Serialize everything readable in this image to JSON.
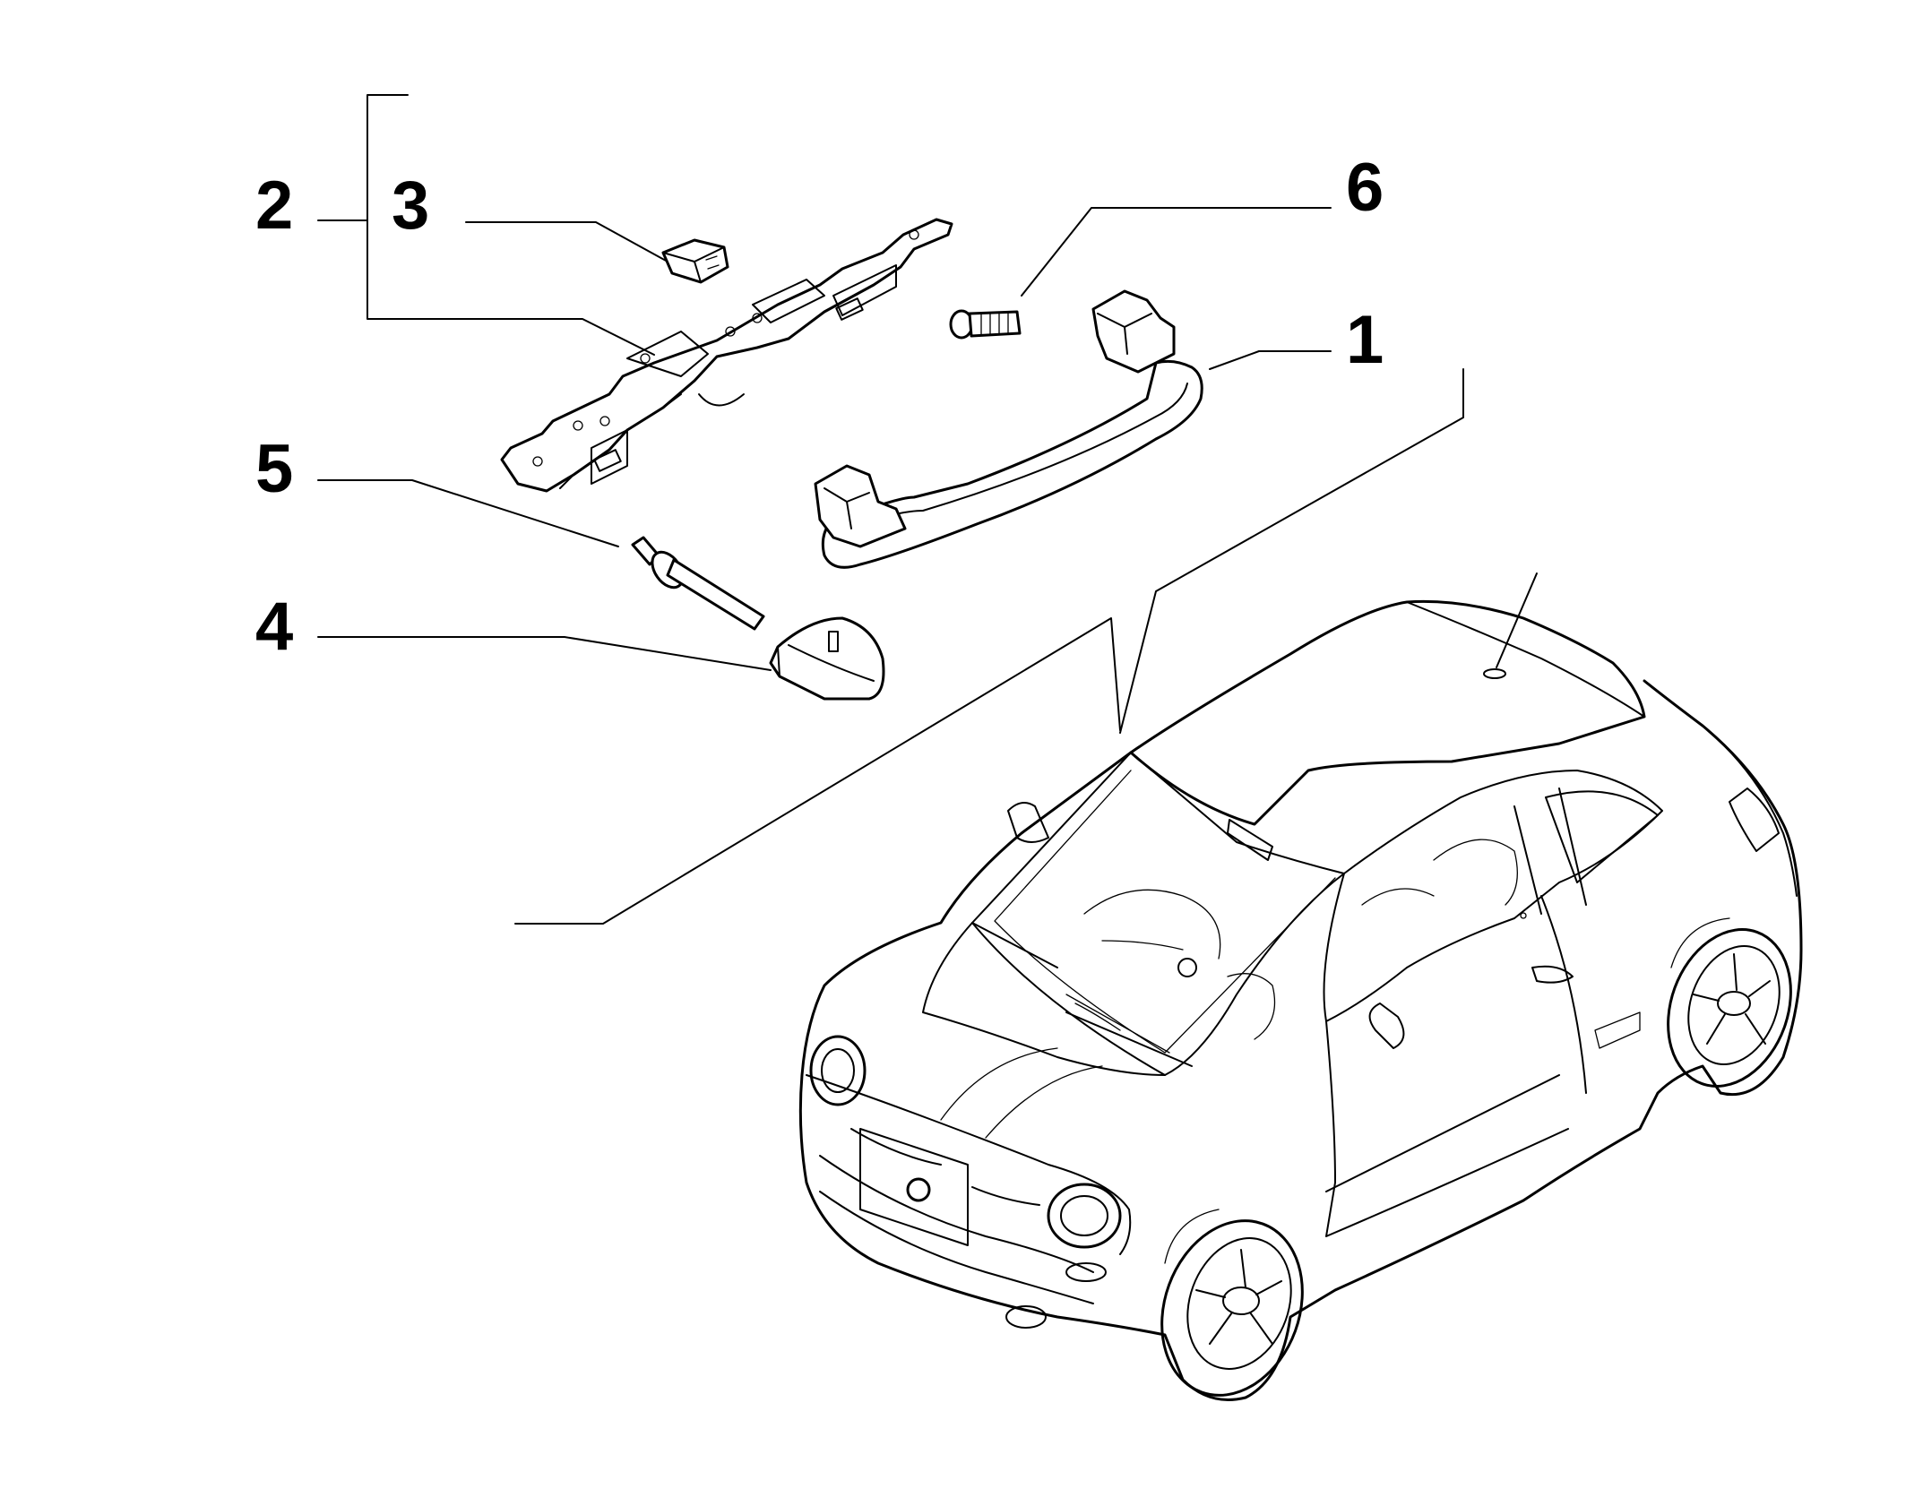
{
  "callouts": [
    {
      "id": "1",
      "label": "1",
      "part": "grab-handle"
    },
    {
      "id": "2",
      "label": "2",
      "part": "mounting-bracket-assembly"
    },
    {
      "id": "3",
      "label": "3",
      "part": "clip"
    },
    {
      "id": "4",
      "label": "4",
      "part": "end-cover"
    },
    {
      "id": "5",
      "label": "5",
      "part": "rivet"
    },
    {
      "id": "6",
      "label": "6",
      "part": "screw"
    }
  ],
  "colors": {
    "line": "#000000",
    "background": "#ffffff"
  }
}
